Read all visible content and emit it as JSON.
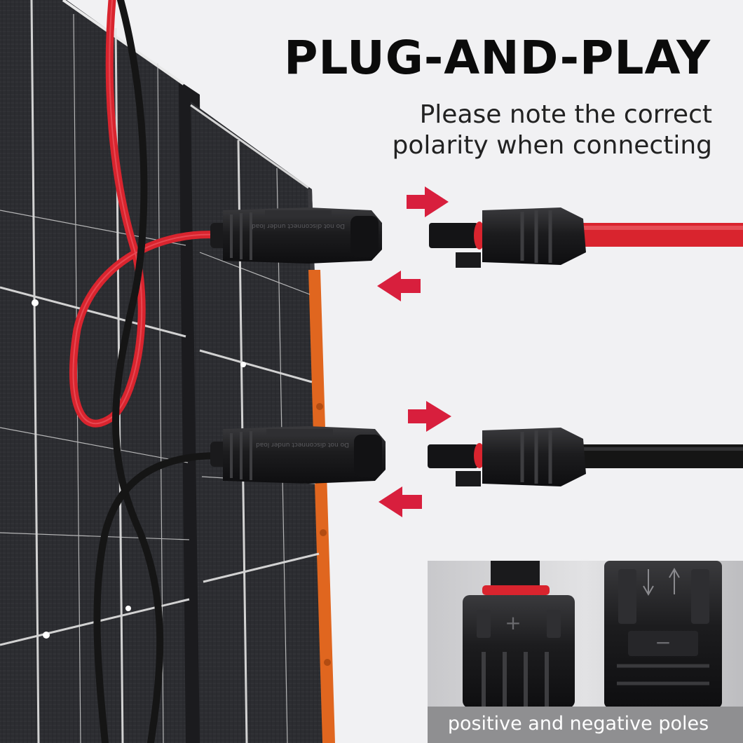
{
  "title": "PLUG-AND-PLAY",
  "subtitle": "Please note the correct polarity when connecting",
  "caption": "positive and negative poles",
  "connector_text": "Do not disconnect under load",
  "polarity_marks": {
    "positive": "+",
    "negative": "−"
  },
  "colors": {
    "background": "#f1f1f3",
    "panel": "#2b2c30",
    "panel_frame": "#4d4e52",
    "cell_line": "#e4e4e4",
    "orange_edge": "#e0661f",
    "red_cable": "#d9242e",
    "black_cable": "#151515",
    "arrow": "#d81f3d",
    "connector": "#1e1e20",
    "caption_bar": "#8f8f91"
  }
}
